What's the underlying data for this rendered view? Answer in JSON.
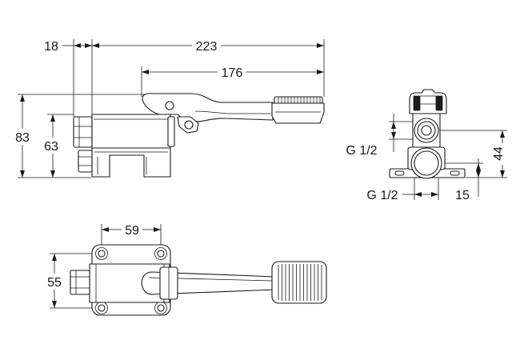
{
  "colors": {
    "line": "#1a1a1a",
    "paper": "#ffffff"
  },
  "side_view": {
    "dim_18": "18",
    "dim_223": "223",
    "dim_176": "176",
    "dim_83": "83",
    "dim_63": "63"
  },
  "front_view": {
    "thread_upper": "G 1/2",
    "thread_lower": "G 1/2",
    "dim_44": "44",
    "dim_15": "15"
  },
  "top_view": {
    "dim_59": "59",
    "dim_55": "55"
  }
}
